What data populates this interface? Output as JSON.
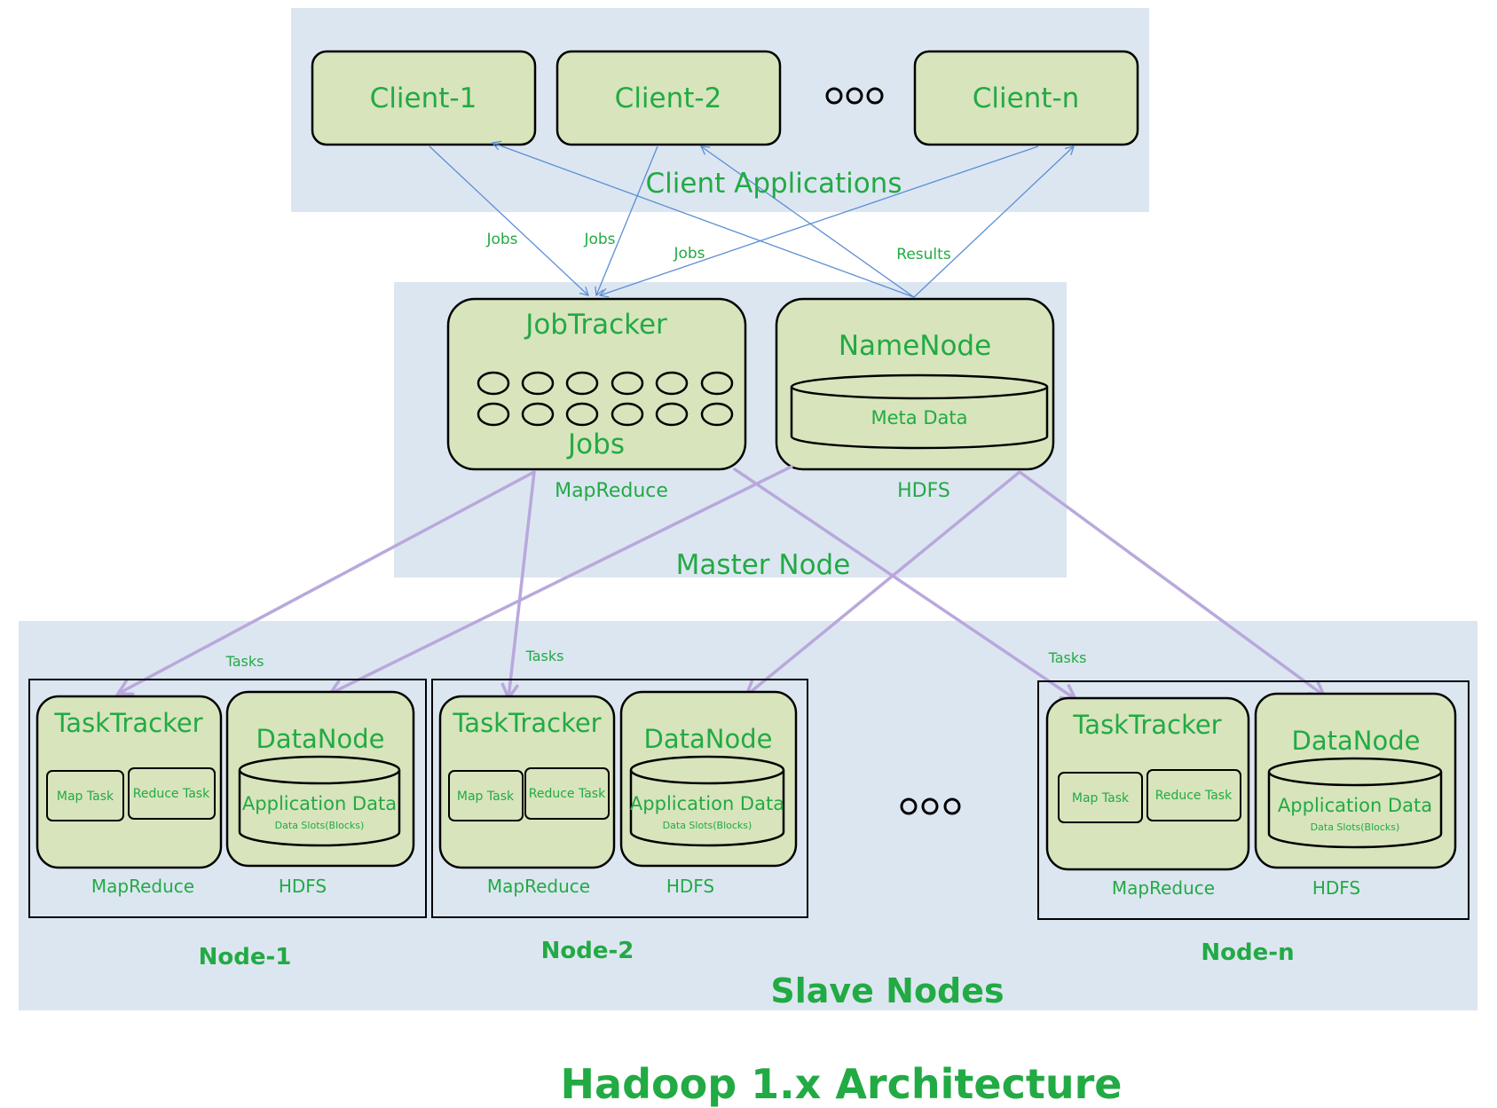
{
  "colors": {
    "region_bg": "#dce6f1",
    "box_fill": "#d8e4bc",
    "text_green": "#22aa44",
    "thin_arrow": "#5b8ed6",
    "thick_arrow": "#b9a8dc"
  },
  "clients": {
    "items": [
      "Client-1",
      "Client-2",
      "Client-n"
    ],
    "region_label": "Client Applications"
  },
  "edges": {
    "jobs_1": "Jobs",
    "jobs_2": "Jobs",
    "jobs_3": "Jobs",
    "results": "Results",
    "tasks_1": "Tasks",
    "tasks_2": "Tasks",
    "tasks_n": "Tasks"
  },
  "master": {
    "jobtracker": {
      "title": "JobTracker",
      "jobs_label": "Jobs",
      "layer": "MapReduce"
    },
    "namenode": {
      "title": "NameNode",
      "store_label": "Meta Data",
      "layer": "HDFS"
    },
    "region_label": "Master Node"
  },
  "slaves": {
    "region_label": "Slave Nodes",
    "nodes": [
      {
        "name": "Node-1",
        "tasktracker": "TaskTracker",
        "map_task": "Map Task",
        "reduce_task": "Reduce Task",
        "datanode": "DataNode",
        "app_data": "Application Data",
        "data_slots": "Data Slots(Blocks)",
        "mapreduce_label": "MapReduce",
        "hdfs_label": "HDFS"
      },
      {
        "name": "Node-2",
        "tasktracker": "TaskTracker",
        "map_task": "Map Task",
        "reduce_task": "Reduce Task",
        "datanode": "DataNode",
        "app_data": "Application Data",
        "data_slots": "Data Slots(Blocks)",
        "mapreduce_label": "MapReduce",
        "hdfs_label": "HDFS"
      },
      {
        "name": "Node-n",
        "tasktracker": "TaskTracker",
        "map_task": "Map Task",
        "reduce_task": "Reduce Task",
        "datanode": "DataNode",
        "app_data": "Application Data",
        "data_slots": "Data Slots(Blocks)",
        "mapreduce_label": "MapReduce",
        "hdfs_label": "HDFS"
      }
    ]
  },
  "title": "Hadoop 1.x Architecture"
}
